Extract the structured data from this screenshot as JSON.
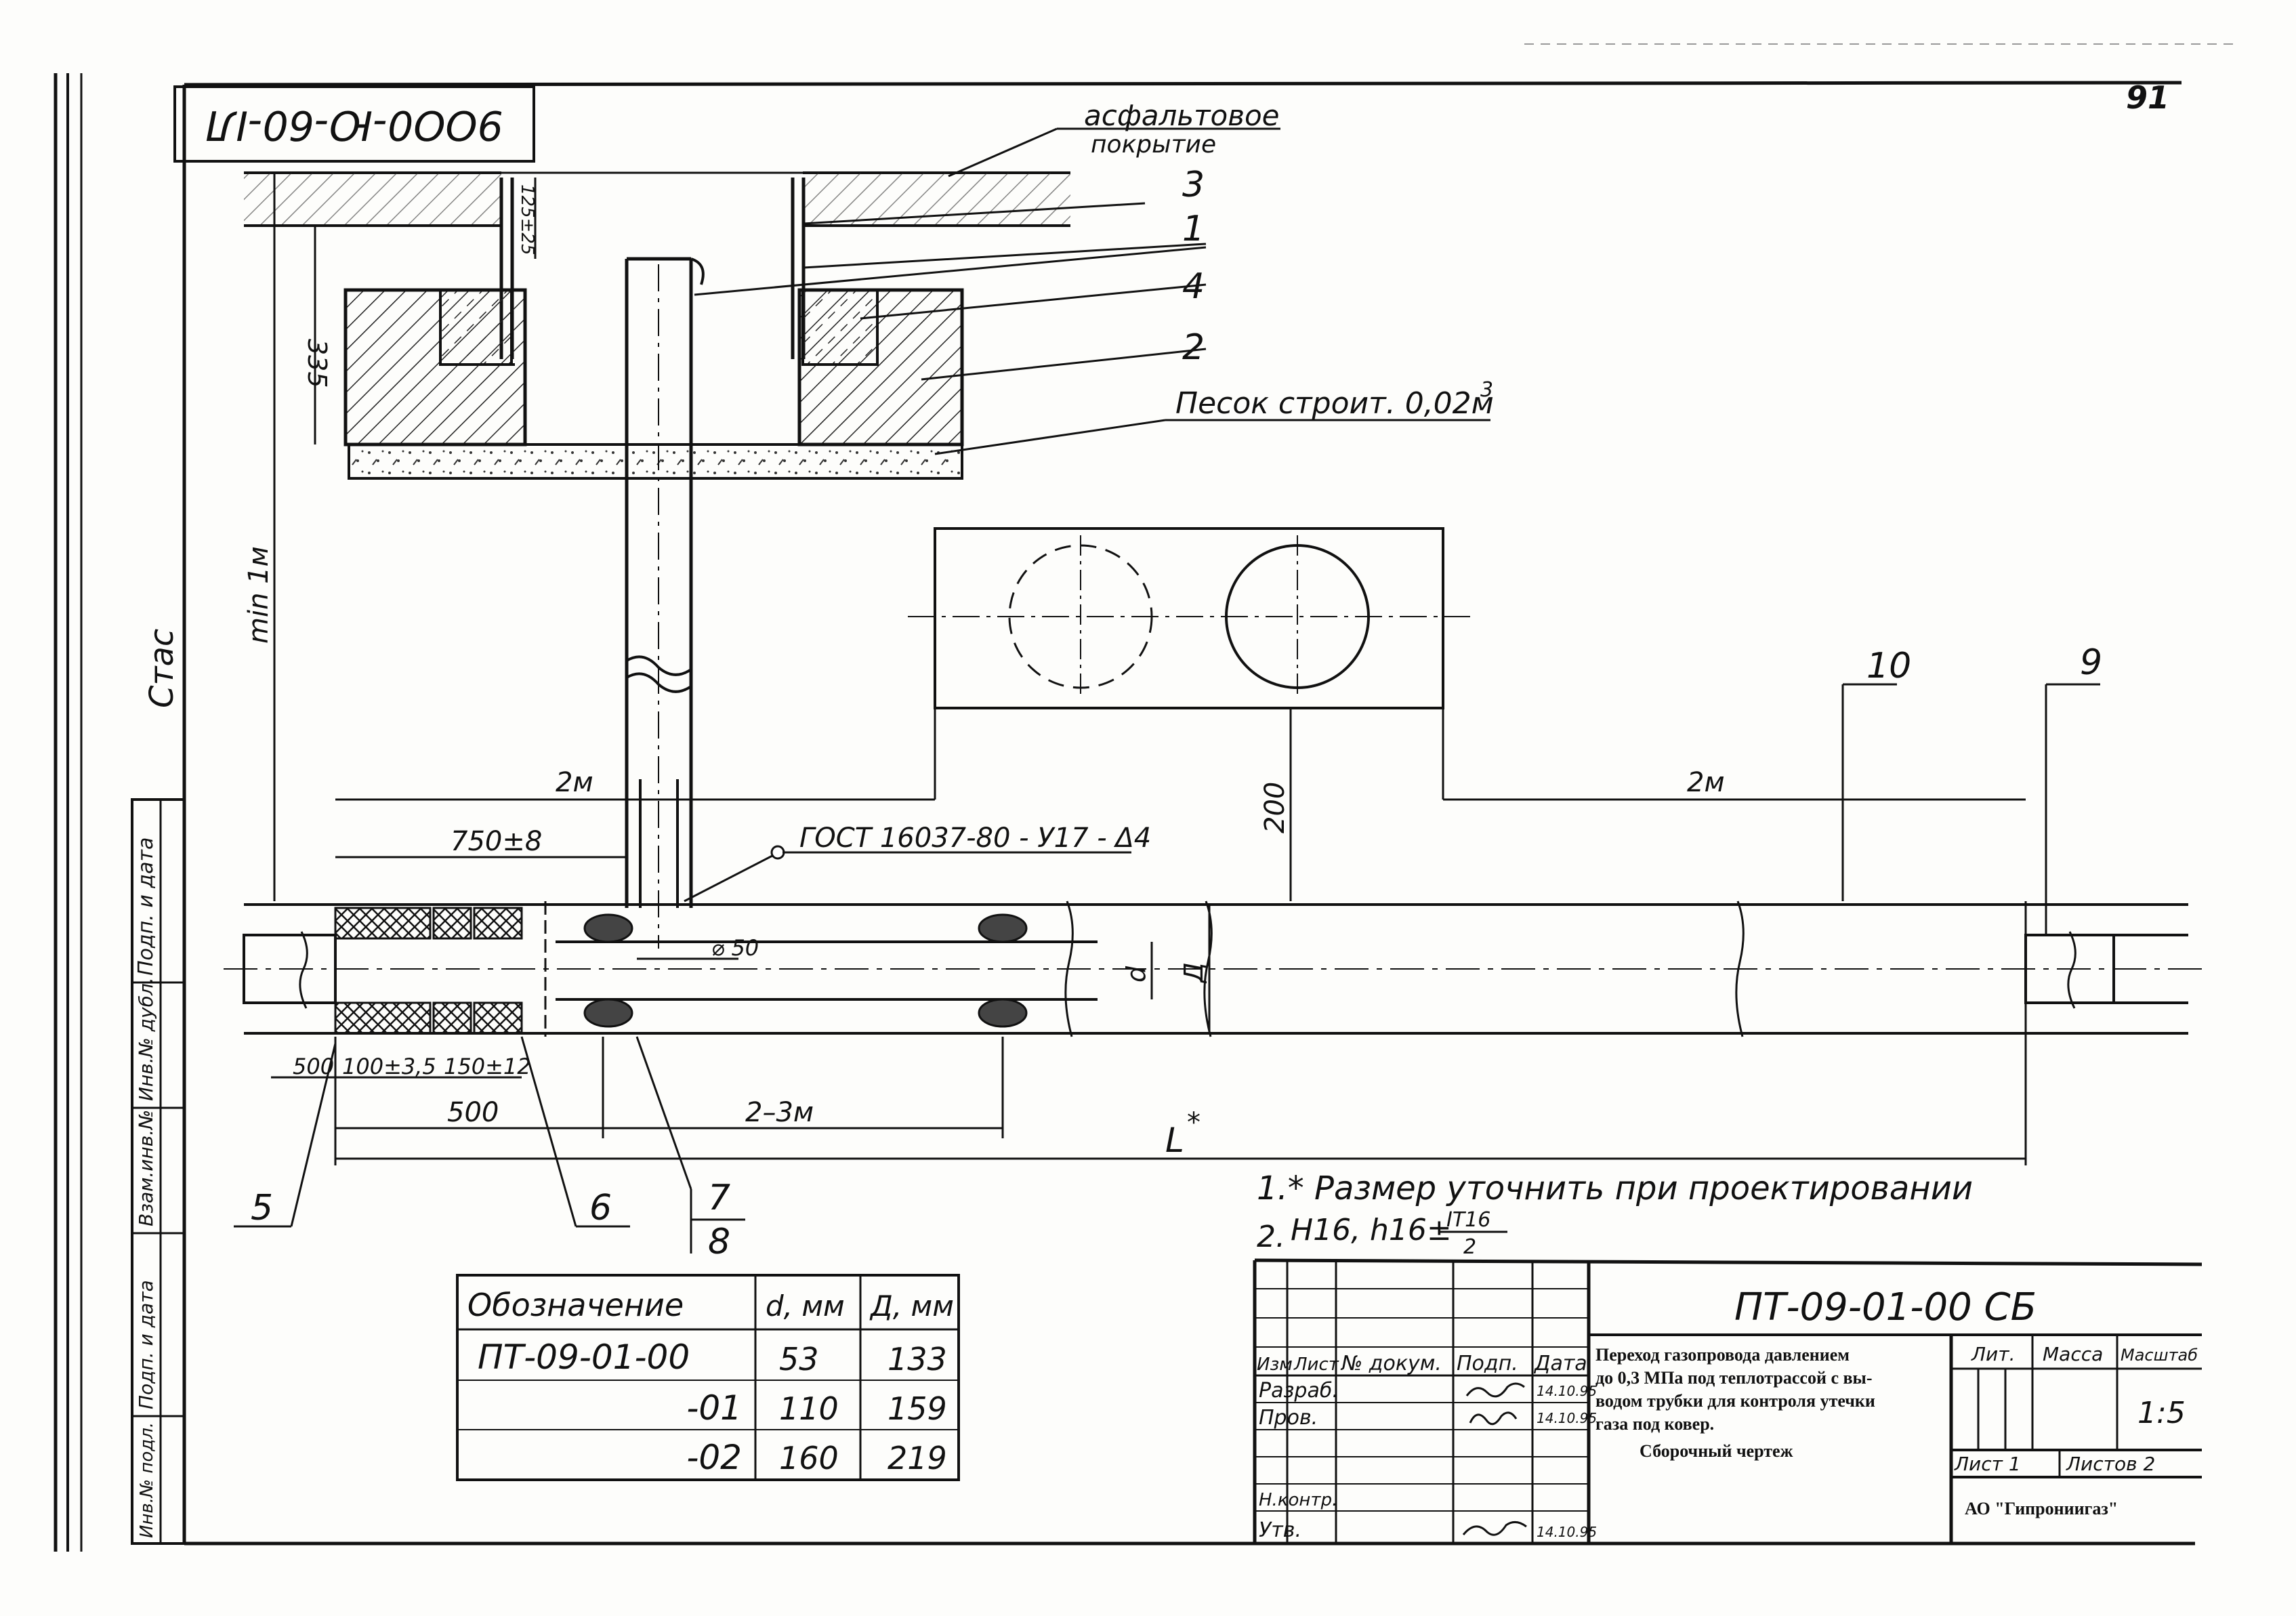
{
  "sheet": {
    "page_number": "91",
    "rotated_code": "9ОО0-Ю-60-ІЛ",
    "left_margin_initials": "Стас"
  },
  "binding_strip": [
    "Подп. и дата",
    "Инв.№ дубл.",
    "Взам.инв.№",
    "Подп. и дата",
    "Инв.№ подл."
  ],
  "drawing": {
    "surface_label_1": "асфальтовое",
    "surface_label_2": "покрытие",
    "callouts": [
      "3",
      "1",
      "4",
      "2",
      "10",
      "9",
      "5",
      "6",
      "7",
      "8"
    ],
    "sand_label": "Песок строит. 0,02м",
    "sand_exp": "3",
    "weld_label": "ГОСТ 16037-80 - У17 - Δ4",
    "dimensions": {
      "d_335": "335",
      "d_125": "125±25",
      "d_min1m": "min 1м",
      "d_2m_left": "2м",
      "d_2m_right": "2м",
      "d_750": "750±8",
      "d_200": "200",
      "d_50": "⌀ 50",
      "d_d": "d",
      "d_D": "Д",
      "d_500a": "500",
      "d_100": "100±3,5",
      "d_150": "150±12",
      "d_500b": "500",
      "d_23m": "2–3м",
      "d_L": "L",
      "d_L_star": "*"
    }
  },
  "notes": {
    "note1": "1.* Размер уточнить при проектировании",
    "note2_prefix": "2.",
    "note2_text": "Н16, h16±",
    "note2_num": "IT16",
    "note2_den": "2"
  },
  "spec_table": {
    "headers": [
      "Обозначение",
      "d, мм",
      "Д, мм"
    ],
    "rows": [
      [
        "ПТ-09-01-00",
        "53",
        "133"
      ],
      [
        "-01",
        "110",
        "159"
      ],
      [
        "-02",
        "160",
        "219"
      ]
    ]
  },
  "title_block": {
    "doc_code": "ПТ-09-01-00 СБ",
    "title_lines": [
      "Переход газопровода давлением",
      "до 0,3 МПа под теплотрассой с вы-",
      "водом трубки для контроля утечки",
      "газа под ковер."
    ],
    "subtitle": "Сборочный чертеж",
    "col_headers": [
      "Изм",
      "Лист",
      "№ докум.",
      "Подп.",
      "Дата"
    ],
    "roles": [
      "Разраб.",
      "Пров.",
      "Н.контр.",
      "Утв."
    ],
    "dates": [
      "14.10.95",
      "14.10.95",
      "14.10.95"
    ],
    "lit_label": "Лит.",
    "mass_label": "Масса",
    "scale_label": "Масштаб",
    "scale_value": "1:5",
    "sheet_label": "Лист 1",
    "sheets_label": "Листов 2",
    "org": "АО \"Гипрониигаз\""
  }
}
